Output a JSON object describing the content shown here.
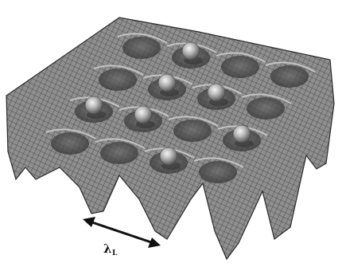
{
  "figure": {
    "lattice": {
      "rows": 4,
      "cols": 4
    },
    "atoms": [
      {
        "row": 0,
        "col": 1
      },
      {
        "row": 1,
        "col": 1
      },
      {
        "row": 1,
        "col": 2
      },
      {
        "row": 2,
        "col": 0
      },
      {
        "row": 2,
        "col": 1
      },
      {
        "row": 2,
        "col": 3
      },
      {
        "row": 3,
        "col": 2
      }
    ],
    "spacing_label": {
      "symbol": "λ",
      "subscript": "L"
    },
    "colors": {
      "surface_light": "#a9a9a9",
      "surface_dark": "#4a4a4a",
      "mesh_line": "#2e2e2e",
      "atom_highlight": "#f2f2f2",
      "atom_shadow": "#5a5a5a",
      "arrow": "#111111"
    }
  }
}
